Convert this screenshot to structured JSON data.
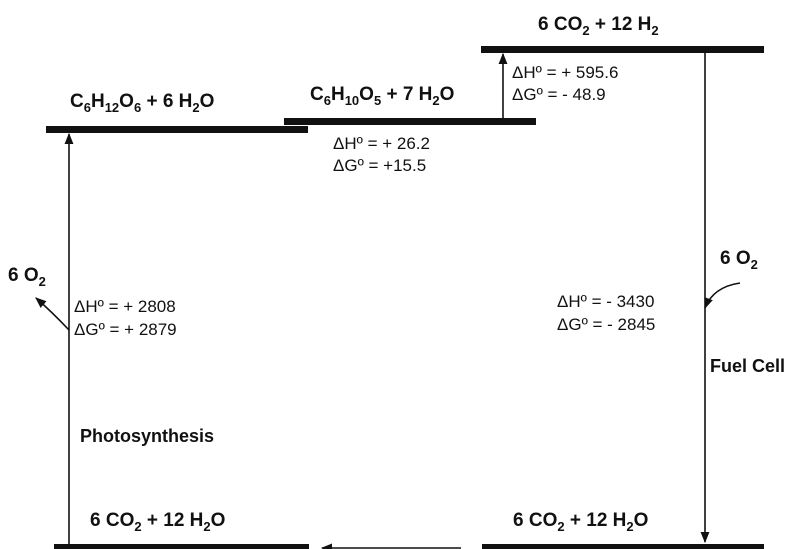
{
  "levels": {
    "glucose": {
      "main": "C",
      "s1": "6",
      "m1": "H",
      "s2": "12",
      "m2": "O",
      "s3": "6",
      "m3": " + 6 H",
      "s4": "2",
      "m4": "O"
    },
    "cellulose": {
      "main": "C",
      "s1": "6",
      "m1": "H",
      "s2": "10",
      "m2": "O",
      "s3": "5",
      "m3": " + 7 H",
      "s4": "2",
      "m4": "O"
    },
    "top": {
      "t1": "6 CO",
      "s1": "2",
      "t2": " + 12 H",
      "s2": "2"
    },
    "bottom_left": {
      "t1": "6 CO",
      "s1": "2",
      "t2": " + 12 H",
      "s2": "2",
      "t3": "O"
    },
    "bottom_right": {
      "t1": "6 CO",
      "s1": "2",
      "t2": " + 12 H",
      "s2": "2",
      "t3": "O"
    }
  },
  "steps": {
    "photosynthesis": {
      "label": "Photosynthesis",
      "dH": "ΔHº = + 2808",
      "dG": "ΔGº = + 2879",
      "o2": "6 O",
      "o2_sub": "2"
    },
    "polymerization": {
      "dH": "ΔHº = + 26.2",
      "dG": "ΔGº = +15.5"
    },
    "reforming": {
      "dH": "ΔHº = + 595.6",
      "dG": "ΔGº = - 48.9"
    },
    "fuel_cell": {
      "label": "Fuel Cell",
      "dH": "ΔHº = - 3430",
      "dG": "ΔGº = - 2845",
      "o2": "6 O",
      "o2_sub": "2"
    }
  }
}
